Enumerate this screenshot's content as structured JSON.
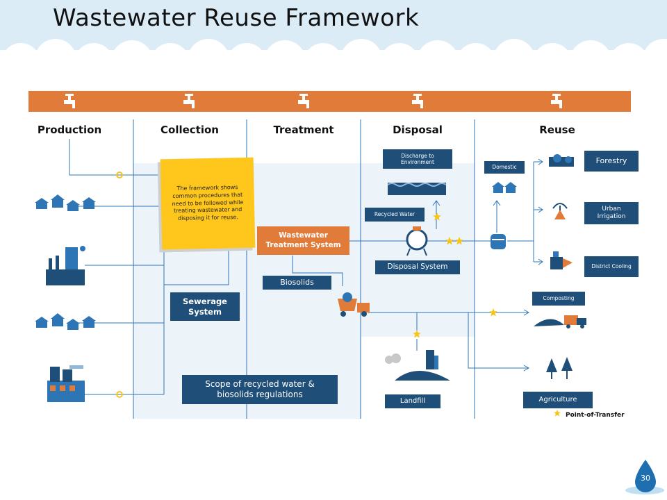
{
  "title": "Wastewater Reuse Framework",
  "phases": [
    "Production",
    "Collection",
    "Treatment",
    "Disposal",
    "Reuse"
  ],
  "sticky_note": "The framework shows common procedures that need to be followed while treating wastewater and disposing it for reuse.",
  "boxes": {
    "treatment_system": "Wastewater Treatment System",
    "sewerage": "Sewerage System",
    "biosolids": "Biosolids",
    "scope": "Scope of recycled water & biosolids regulations",
    "discharge": "Discharge to Environment",
    "recycled_water": "Recycled Water",
    "disposal_system": "Disposal System",
    "landfill": "Landfill",
    "domestic": "Domestic",
    "forestry": "Forestry",
    "urban_irrigation": "Urban Irrigation",
    "district_cooling": "District Cooling",
    "composting": "Composting",
    "agriculture": "Agriculture"
  },
  "legend": "Point-of-Transfer",
  "page_number": "30",
  "colors": {
    "header_bar": "#e07b39",
    "box_blue": "#1f4e79",
    "line_blue": "#2e75b6",
    "treatment_orange": "#e07b39",
    "sticky_yellow": "#ffc61c",
    "star_gold": "#f5c518",
    "cloud_blue": "#dcecf7"
  },
  "icons": [
    "tap-icon",
    "houses-icon",
    "factory-icon",
    "truck-icon",
    "tank-icon",
    "landfill-icon",
    "trees-icon",
    "water-drop-icon",
    "star-icon",
    "recycle-icon"
  ]
}
